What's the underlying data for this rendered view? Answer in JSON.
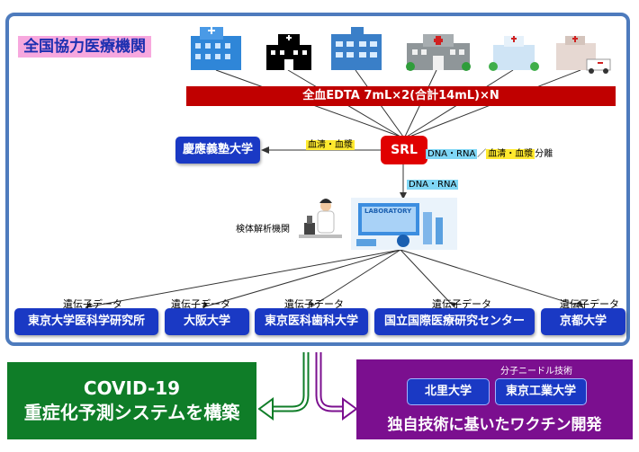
{
  "title": "全国協力医療機関",
  "hospitals": [
    "hospital-icon-1",
    "hospital-icon-2",
    "hospital-icon-3",
    "hospital-icon-4",
    "hospital-icon-5",
    "hospital-icon-6"
  ],
  "blood_bar": "全血EDTA 7mL×2(合計14mL)×N",
  "srl": "SRL",
  "keio": "慶應義塾大学",
  "serum_label": "血清・血漿",
  "dna_rna_label": "DNA・RNA",
  "separator": "／",
  "serum_label2": "血清・血漿",
  "separation": "分離",
  "dna_rna_down": "DNA・RNA",
  "specimen_lab": "検体解析機関",
  "lab_screen_text": "LABORATORY",
  "gene_data_label": "遺伝子データ",
  "institutions": [
    {
      "name": "東京大学医科学研究所"
    },
    {
      "name": "大阪大学"
    },
    {
      "name": "東京医科歯科大学"
    },
    {
      "name": "国立国際医療研究センター"
    },
    {
      "name": "京都大学"
    }
  ],
  "covid": {
    "line1": "COVID-19",
    "line2": "重症化予測システムを構築"
  },
  "needle_tech": "分子ニードル技術",
  "kitasato": "北里大学",
  "titech": "東京工業大学",
  "vaccine": "独自技術に基いたワクチン開発",
  "colors": {
    "frame": "#4e7bbd",
    "red": "#c00000",
    "blue": "#1a39c4",
    "green": "#0f7d28",
    "purple": "#7b0f8f",
    "title_bg": "#f7a8de"
  }
}
